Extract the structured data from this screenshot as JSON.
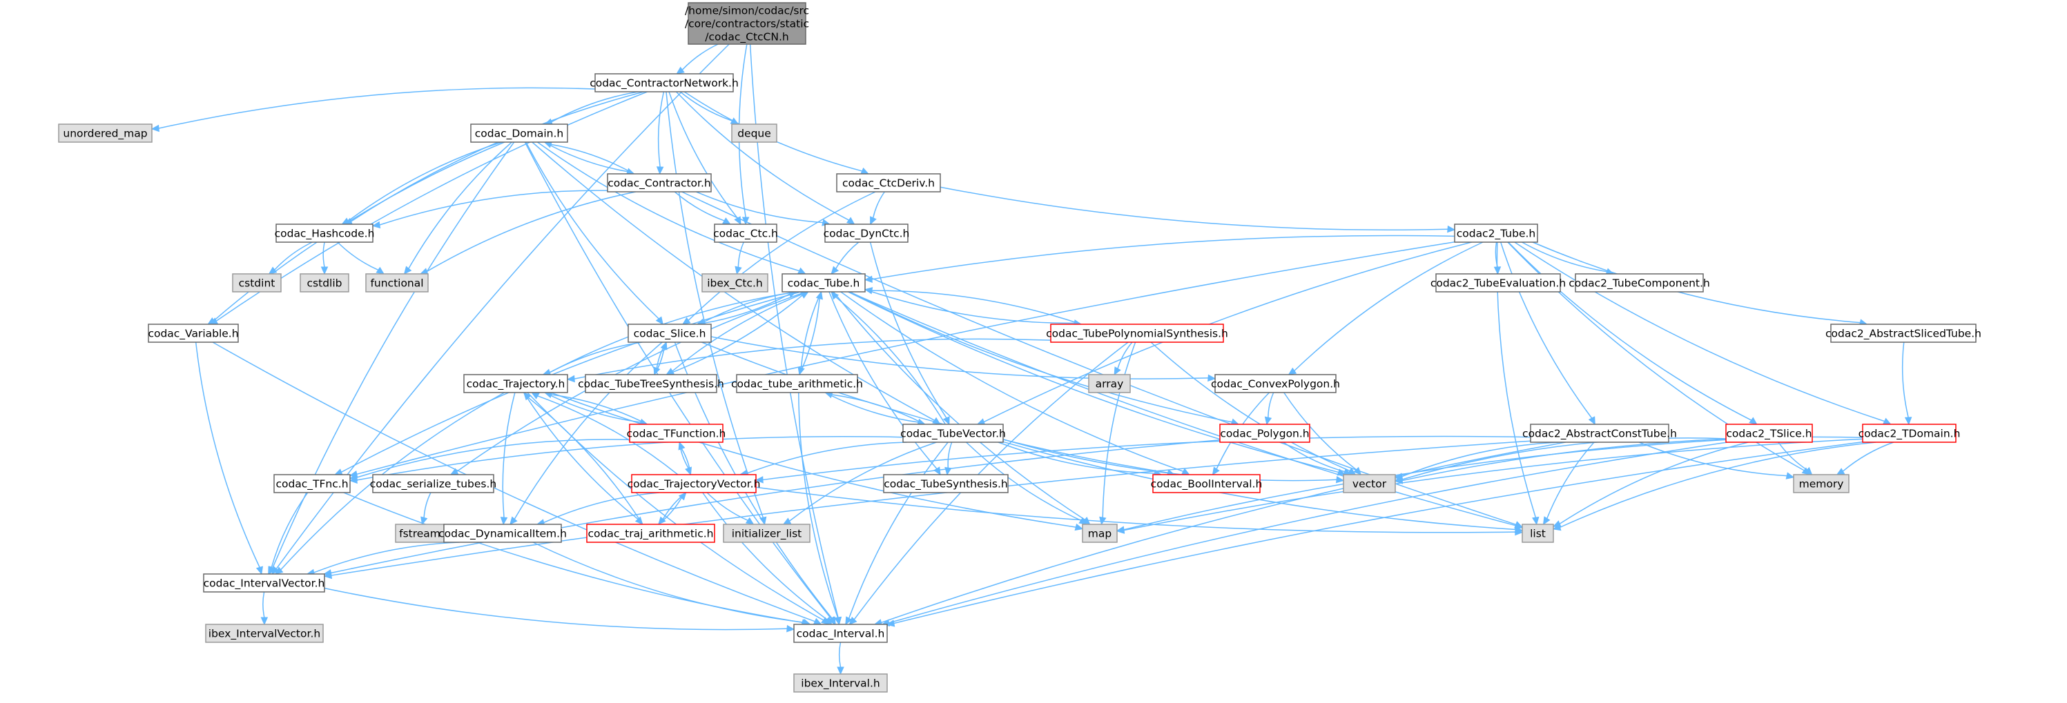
{
  "graph": {
    "nodes": [
      {
        "id": "root",
        "lines": [
          "/home/simon/codac/src",
          "/core/contractors/static",
          "/codac_CtcCN.h"
        ],
        "style": "root"
      },
      {
        "id": "cn",
        "lines": [
          "codac_ContractorNetwork.h"
        ],
        "style": "normal"
      },
      {
        "id": "umap",
        "lines": [
          "unordered_map"
        ],
        "style": "ext"
      },
      {
        "id": "domain",
        "lines": [
          "codac_Domain.h"
        ],
        "style": "normal"
      },
      {
        "id": "deque",
        "lines": [
          "deque"
        ],
        "style": "ext"
      },
      {
        "id": "ctcderiv",
        "lines": [
          "codac_CtcDeriv.h"
        ],
        "style": "normal"
      },
      {
        "id": "contractor",
        "lines": [
          "codac_Contractor.h"
        ],
        "style": "normal"
      },
      {
        "id": "hashcode",
        "lines": [
          "codac_Hashcode.h"
        ],
        "style": "normal"
      },
      {
        "id": "ctc",
        "lines": [
          "codac_Ctc.h"
        ],
        "style": "normal"
      },
      {
        "id": "dynctc",
        "lines": [
          "codac_DynCtc.h"
        ],
        "style": "normal"
      },
      {
        "id": "tube2",
        "lines": [
          "codac2_Tube.h"
        ],
        "style": "normal"
      },
      {
        "id": "cstdint",
        "lines": [
          "cstdint"
        ],
        "style": "ext"
      },
      {
        "id": "cstdlib",
        "lines": [
          "cstdlib"
        ],
        "style": "ext"
      },
      {
        "id": "functional",
        "lines": [
          "functional"
        ],
        "style": "ext"
      },
      {
        "id": "ibexctc",
        "lines": [
          "ibex_Ctc.h"
        ],
        "style": "ext"
      },
      {
        "id": "tube",
        "lines": [
          "codac_Tube.h"
        ],
        "style": "normal"
      },
      {
        "id": "tubeeval",
        "lines": [
          "codac2_TubeEvaluation.h"
        ],
        "style": "normal"
      },
      {
        "id": "tubecomp",
        "lines": [
          "codac2_TubeComponent.h"
        ],
        "style": "normal"
      },
      {
        "id": "variable",
        "lines": [
          "codac_Variable.h"
        ],
        "style": "normal"
      },
      {
        "id": "slice",
        "lines": [
          "codac_Slice.h"
        ],
        "style": "normal"
      },
      {
        "id": "tubepoly",
        "lines": [
          "codac_TubePolynomialSynthesis.h"
        ],
        "style": "red"
      },
      {
        "id": "abssliced",
        "lines": [
          "codac2_AbstractSlicedTube.h"
        ],
        "style": "normal"
      },
      {
        "id": "array",
        "lines": [
          "array"
        ],
        "style": "ext"
      },
      {
        "id": "trajectory",
        "lines": [
          "codac_Trajectory.h"
        ],
        "style": "normal"
      },
      {
        "id": "tubetree",
        "lines": [
          "codac_TubeTreeSynthesis.h"
        ],
        "style": "normal"
      },
      {
        "id": "tubearith",
        "lines": [
          "codac_tube_arithmetic.h"
        ],
        "style": "normal"
      },
      {
        "id": "convexpoly",
        "lines": [
          "codac_ConvexPolygon.h"
        ],
        "style": "normal"
      },
      {
        "id": "absconst",
        "lines": [
          "codac2_AbstractConstTube.h"
        ],
        "style": "normal"
      },
      {
        "id": "tslice2",
        "lines": [
          "codac2_TSlice.h"
        ],
        "style": "red"
      },
      {
        "id": "tdomain2",
        "lines": [
          "codac2_TDomain.h"
        ],
        "style": "red"
      },
      {
        "id": "tfunction",
        "lines": [
          "codac_TFunction.h"
        ],
        "style": "red"
      },
      {
        "id": "tubevector",
        "lines": [
          "codac_TubeVector.h"
        ],
        "style": "normal"
      },
      {
        "id": "polygon",
        "lines": [
          "codac_Polygon.h"
        ],
        "style": "red"
      },
      {
        "id": "memory",
        "lines": [
          "memory"
        ],
        "style": "ext"
      },
      {
        "id": "vector",
        "lines": [
          "vector"
        ],
        "style": "ext"
      },
      {
        "id": "tfnc",
        "lines": [
          "codac_TFnc.h"
        ],
        "style": "normal"
      },
      {
        "id": "serial",
        "lines": [
          "codac_serialize_tubes.h"
        ],
        "style": "normal"
      },
      {
        "id": "trajvec",
        "lines": [
          "codac_TrajectoryVector.h"
        ],
        "style": "red"
      },
      {
        "id": "tubesynth",
        "lines": [
          "codac_TubeSynthesis.h"
        ],
        "style": "normal"
      },
      {
        "id": "boolint",
        "lines": [
          "codac_BoolInterval.h"
        ],
        "style": "red"
      },
      {
        "id": "fstream",
        "lines": [
          "fstream"
        ],
        "style": "ext"
      },
      {
        "id": "dynitem",
        "lines": [
          "codac_DynamicalItem.h"
        ],
        "style": "normal"
      },
      {
        "id": "trajarith",
        "lines": [
          "codac_traj_arithmetic.h"
        ],
        "style": "red"
      },
      {
        "id": "initlist",
        "lines": [
          "initializer_list"
        ],
        "style": "ext"
      },
      {
        "id": "map",
        "lines": [
          "map"
        ],
        "style": "ext"
      },
      {
        "id": "list",
        "lines": [
          "list"
        ],
        "style": "ext"
      },
      {
        "id": "intvec",
        "lines": [
          "codac_IntervalVector.h"
        ],
        "style": "normal"
      },
      {
        "id": "ibexintvec",
        "lines": [
          "ibex_IntervalVector.h"
        ],
        "style": "ext"
      },
      {
        "id": "interval",
        "lines": [
          "codac_Interval.h"
        ],
        "style": "normal"
      },
      {
        "id": "ibexint",
        "lines": [
          "ibex_Interval.h"
        ],
        "style": "ext"
      }
    ],
    "edges": [
      [
        "root",
        "cn"
      ],
      [
        "root",
        "ctc"
      ],
      [
        "root",
        "intvec"
      ],
      [
        "root",
        "interval"
      ],
      [
        "cn",
        "umap"
      ],
      [
        "cn",
        "domain"
      ],
      [
        "cn",
        "deque"
      ],
      [
        "cn",
        "ctcderiv"
      ],
      [
        "cn",
        "contractor"
      ],
      [
        "cn",
        "hashcode"
      ],
      [
        "cn",
        "ctc"
      ],
      [
        "cn",
        "dynctc"
      ],
      [
        "cn",
        "variable"
      ],
      [
        "cn",
        "initlist"
      ],
      [
        "domain",
        "contractor"
      ],
      [
        "domain",
        "hashcode"
      ],
      [
        "domain",
        "functional"
      ],
      [
        "domain",
        "tube"
      ],
      [
        "domain",
        "slice"
      ],
      [
        "domain",
        "variable"
      ],
      [
        "domain",
        "tubevector"
      ],
      [
        "domain",
        "intvec"
      ],
      [
        "domain",
        "interval"
      ],
      [
        "contractor",
        "domain"
      ],
      [
        "contractor",
        "hashcode"
      ],
      [
        "contractor",
        "ctc"
      ],
      [
        "contractor",
        "dynctc"
      ],
      [
        "contractor",
        "functional"
      ],
      [
        "contractor",
        "list"
      ],
      [
        "ctcderiv",
        "dynctc"
      ],
      [
        "ctcderiv",
        "tube2"
      ],
      [
        "ctcderiv",
        "slice"
      ],
      [
        "hashcode",
        "cstdint"
      ],
      [
        "hashcode",
        "cstdlib"
      ],
      [
        "hashcode",
        "functional"
      ],
      [
        "ctc",
        "ibexctc"
      ],
      [
        "dynctc",
        "tube"
      ],
      [
        "dynctc",
        "tubevector"
      ],
      [
        "tube2",
        "tube"
      ],
      [
        "tube2",
        "tubeeval"
      ],
      [
        "tube2",
        "tubecomp"
      ],
      [
        "tube2",
        "abssliced"
      ],
      [
        "tube2",
        "absconst"
      ],
      [
        "tube2",
        "tslice2"
      ],
      [
        "tube2",
        "tdomain2"
      ],
      [
        "tube2",
        "convexpoly"
      ],
      [
        "tube2",
        "tubevector"
      ],
      [
        "tube2",
        "tfnc"
      ],
      [
        "tube2",
        "memory"
      ],
      [
        "tube2",
        "list"
      ],
      [
        "tube",
        "slice"
      ],
      [
        "tube",
        "tubepoly"
      ],
      [
        "tube",
        "trajectory"
      ],
      [
        "tube",
        "tubetree"
      ],
      [
        "tube",
        "tubearith"
      ],
      [
        "tube",
        "tfnc"
      ],
      [
        "tube",
        "serial"
      ],
      [
        "tube",
        "tubesynth"
      ],
      [
        "tube",
        "boolint"
      ],
      [
        "tube",
        "polygon"
      ],
      [
        "tube",
        "vector"
      ],
      [
        "tube",
        "map"
      ],
      [
        "tube",
        "list"
      ],
      [
        "slice",
        "tube"
      ],
      [
        "slice",
        "trajectory"
      ],
      [
        "slice",
        "tubetree"
      ],
      [
        "slice",
        "convexpoly"
      ],
      [
        "slice",
        "dynitem"
      ],
      [
        "slice",
        "boolint"
      ],
      [
        "slice",
        "interval"
      ],
      [
        "tubepoly",
        "tube"
      ],
      [
        "tubepoly",
        "array"
      ],
      [
        "tubepoly",
        "map"
      ],
      [
        "tubepoly",
        "vector"
      ],
      [
        "tubepoly",
        "trajectory"
      ],
      [
        "tubepoly",
        "interval"
      ],
      [
        "tubetree",
        "slice"
      ],
      [
        "tubetree",
        "tube"
      ],
      [
        "variable",
        "intvec"
      ],
      [
        "variable",
        "interval"
      ],
      [
        "trajectory",
        "tfunction"
      ],
      [
        "trajectory",
        "dynitem"
      ],
      [
        "trajectory",
        "trajarith"
      ],
      [
        "trajectory",
        "map"
      ],
      [
        "trajectory",
        "intvec"
      ],
      [
        "trajectory",
        "interval"
      ],
      [
        "tubearith",
        "tube"
      ],
      [
        "tubearith",
        "tubevector"
      ],
      [
        "tubearith",
        "interval"
      ],
      [
        "convexpoly",
        "polygon"
      ],
      [
        "convexpoly",
        "vector"
      ],
      [
        "convexpoly",
        "boolint"
      ],
      [
        "abssliced",
        "tdomain2"
      ],
      [
        "absconst",
        "trajvec"
      ],
      [
        "absconst",
        "intvec"
      ],
      [
        "absconst",
        "interval"
      ],
      [
        "absconst",
        "memory"
      ],
      [
        "absconst",
        "list"
      ],
      [
        "absconst",
        "vector"
      ],
      [
        "tslice2",
        "vector"
      ],
      [
        "tslice2",
        "memory"
      ],
      [
        "tslice2",
        "map"
      ],
      [
        "tslice2",
        "list"
      ],
      [
        "tslice2",
        "interval"
      ],
      [
        "tdomain2",
        "memory"
      ],
      [
        "tdomain2",
        "vector"
      ],
      [
        "tdomain2",
        "map"
      ],
      [
        "tdomain2",
        "list"
      ],
      [
        "tdomain2",
        "interval"
      ],
      [
        "tfunction",
        "tfnc"
      ],
      [
        "tfunction",
        "trajvec"
      ],
      [
        "tfunction",
        "trajectory"
      ],
      [
        "tubevector",
        "tube"
      ],
      [
        "tubevector",
        "tubearith"
      ],
      [
        "tubevector",
        "trajvec"
      ],
      [
        "tubevector",
        "tubesynth"
      ],
      [
        "tubevector",
        "boolint"
      ],
      [
        "tubevector",
        "vector"
      ],
      [
        "tubevector",
        "map"
      ],
      [
        "tubevector",
        "list"
      ],
      [
        "tubevector",
        "initlist"
      ],
      [
        "tubevector",
        "tfnc"
      ],
      [
        "tubevector",
        "interval"
      ],
      [
        "polygon",
        "vector"
      ],
      [
        "polygon",
        "intvec"
      ],
      [
        "tfnc",
        "intvec"
      ],
      [
        "tfnc",
        "interval"
      ],
      [
        "serial",
        "fstream"
      ],
      [
        "trajvec",
        "trajectory"
      ],
      [
        "trajvec",
        "tfunction"
      ],
      [
        "trajvec",
        "dynitem"
      ],
      [
        "trajvec",
        "trajarith"
      ],
      [
        "trajvec",
        "initlist"
      ],
      [
        "trajvec",
        "list"
      ],
      [
        "trajvec",
        "interval"
      ],
      [
        "trajarith",
        "trajectory"
      ],
      [
        "trajarith",
        "trajvec"
      ],
      [
        "dynitem",
        "intvec"
      ],
      [
        "dynitem",
        "interval"
      ],
      [
        "intvec",
        "ibexintvec"
      ],
      [
        "intvec",
        "interval"
      ],
      [
        "interval",
        "ibexint"
      ]
    ]
  }
}
